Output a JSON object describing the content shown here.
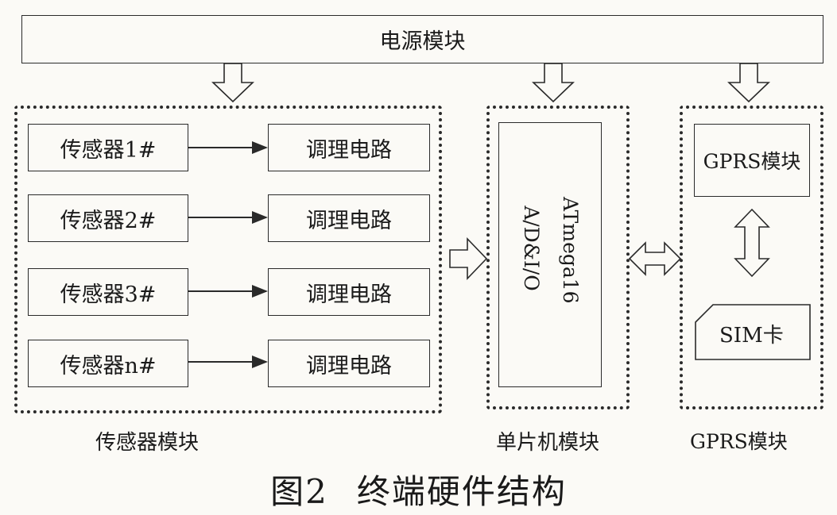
{
  "power_module": {
    "label": "电源模块"
  },
  "sensor_module": {
    "label": "传感器模块",
    "rows": [
      {
        "sensor": "传感器1#",
        "circuit": "调理电路"
      },
      {
        "sensor": "传感器2#",
        "circuit": "调理电路"
      },
      {
        "sensor": "传感器3#",
        "circuit": "调理电路"
      },
      {
        "sensor": "传感器n#",
        "circuit": "调理电路"
      }
    ]
  },
  "mcu_module": {
    "label": "单片机模块",
    "chip": "ATmega16",
    "io": "A/D&I/O"
  },
  "gprs_module": {
    "label": "GPRS模块",
    "gprs_box": "GPRS模块",
    "sim_box": "SIM卡"
  },
  "caption": {
    "figure": "图2",
    "title": "终端硬件结构"
  }
}
